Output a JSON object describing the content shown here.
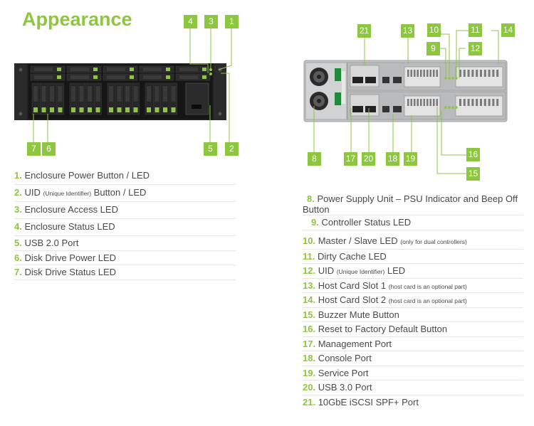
{
  "title": "Appearance",
  "colors": {
    "accent": "#8dc63f",
    "text": "#4a4a4a",
    "chassis": "#1e1e1e",
    "rear_chassis": "#c4c6c8"
  },
  "front_badges": [
    "1",
    "2",
    "3",
    "4",
    "5",
    "6",
    "7"
  ],
  "rear_badges": [
    "8",
    "9",
    "10",
    "11",
    "12",
    "13",
    "14",
    "15",
    "16",
    "17",
    "18",
    "19",
    "20",
    "21"
  ],
  "front_items": [
    {
      "num": "1.",
      "text": "Enclosure Power Button / LED",
      "note": "",
      "after": ""
    },
    {
      "num": "2.",
      "text": "UID",
      "note": "(Unique Identifier)",
      "after": "Button / LED"
    },
    {
      "num": "3.",
      "text": "Enclosure Access LED",
      "note": "",
      "after": ""
    },
    {
      "num": "4.",
      "text": "Enclosure Status LED",
      "note": "",
      "after": ""
    },
    {
      "num": "5.",
      "text": "USB 2.0 Port",
      "note": "",
      "after": ""
    },
    {
      "num": "6.",
      "text": "Disk Drive Power LED",
      "note": "",
      "after": ""
    },
    {
      "num": "7.",
      "text": "Disk Drive Status LED",
      "note": "",
      "after": ""
    }
  ],
  "rear_items": [
    {
      "num": "8.",
      "text": "Power Supply Unit – PSU Indicator and Beep Off Button",
      "note": "",
      "after": ""
    },
    {
      "num": "9.",
      "text": "Controller Status LED",
      "note": "",
      "after": ""
    },
    {
      "num": "10.",
      "text": "Master / Slave LED",
      "note": "(only for dual controllers)",
      "after": ""
    },
    {
      "num": "11.",
      "text": "Dirty Cache LED",
      "note": "",
      "after": ""
    },
    {
      "num": "12.",
      "text": "UID",
      "note": "(Unique Identifier)",
      "after": "LED"
    },
    {
      "num": "13.",
      "text": "Host Card Slot 1",
      "note": "(host card is an optional part)",
      "after": ""
    },
    {
      "num": "14.",
      "text": "Host Card Slot 2",
      "note": "(host card is an optional part)",
      "after": ""
    },
    {
      "num": "15.",
      "text": "Buzzer Mute Button",
      "note": "",
      "after": ""
    },
    {
      "num": "16.",
      "text": "Reset to Factory Default Button",
      "note": "",
      "after": ""
    },
    {
      "num": "17.",
      "text": "Management Port",
      "note": "",
      "after": ""
    },
    {
      "num": "18.",
      "text": "Console Port",
      "note": "",
      "after": ""
    },
    {
      "num": "19.",
      "text": "Service Port",
      "note": "",
      "after": ""
    },
    {
      "num": "20.",
      "text": "USB 3.0 Port",
      "note": "",
      "after": ""
    },
    {
      "num": "21.",
      "text": "10GbE iSCSI SPF+ Port",
      "note": "",
      "after": ""
    }
  ]
}
